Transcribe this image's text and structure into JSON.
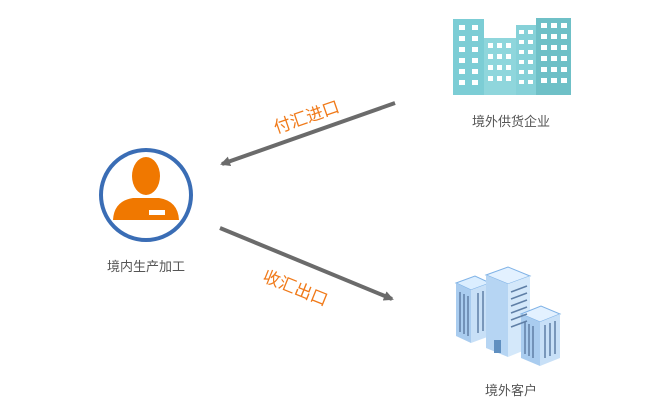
{
  "nodes": {
    "domestic": {
      "label": "境内生产加工",
      "icon": "person-icon"
    },
    "supplier": {
      "label": "境外供货企业",
      "icon": "buildings-icon"
    },
    "customer": {
      "label": "境外客户",
      "icon": "office-towers-icon"
    }
  },
  "flows": {
    "import": {
      "label": "付汇进口"
    },
    "export": {
      "label": "收汇出口"
    }
  },
  "colors": {
    "accent": "#f07a1a",
    "circle": "#3a6db5",
    "arrow": "#6b6b6b",
    "supplier_building": "#7ccdd5",
    "customer_building": "#a9ccef"
  }
}
